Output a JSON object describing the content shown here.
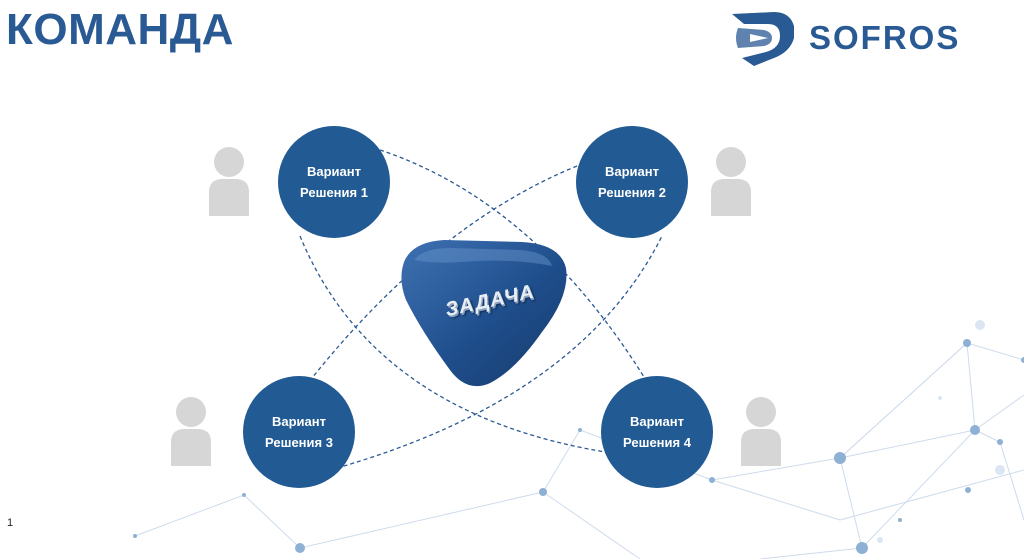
{
  "title": "КОМАНДА",
  "logo": {
    "text": "SOFROS",
    "icon": "sofros-logo-icon"
  },
  "center": {
    "label": "ЗАДАЧА"
  },
  "nodes": [
    {
      "line1": "Вариант",
      "line2": "Решения 1"
    },
    {
      "line1": "Вариант",
      "line2": "Решения 2"
    },
    {
      "line1": "Вариант",
      "line2": "Решения 3"
    },
    {
      "line1": "Вариант",
      "line2": "Решения 4"
    }
  ],
  "person_icon": "person-icon",
  "page_number": "1",
  "colors": {
    "primary": "#225a94",
    "person": "#d9d9d9",
    "network": "#7fa3c9"
  }
}
